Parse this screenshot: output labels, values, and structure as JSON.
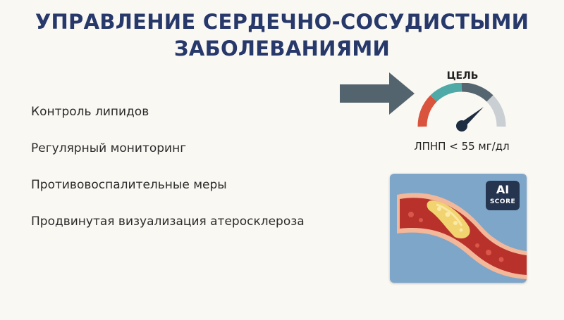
{
  "title": {
    "line1": "УПРАВЛЕНИЕ СЕРДЕЧНО-СОСУДИСТЫМИ",
    "line2": "ЗАБОЛЕВАНИЯМИ"
  },
  "bullets": [
    "Контроль липидов",
    "Регулярный мониторинг",
    "Противовоспалительные меры",
    "Продвинутая визуализация атеросклероза"
  ],
  "gauge": {
    "label": "ЦЕЛЬ",
    "caption": "ЛПНП < 55 мг/дл",
    "segment_colors": [
      "#d9533d",
      "#4fa9a6",
      "#566670",
      "#c9cfd2"
    ]
  },
  "badge": {
    "line1": "AI",
    "line2": "SCORE"
  },
  "colors": {
    "title": "#27386a",
    "arrow": "#54646e",
    "card_background": "#7ea6c9",
    "badge_background": "#25354f"
  }
}
